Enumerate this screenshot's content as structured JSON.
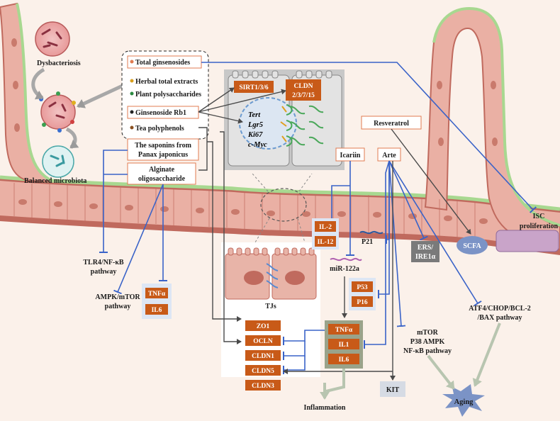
{
  "figure": {
    "left_labels": {
      "dysbacteriosis": "Dysbacteriosis",
      "balanced": "Balanced microbiota"
    },
    "compounds": [
      "Total ginsenosides",
      "Herbal total extracts",
      "Plant polysaccharides",
      "Ginsenoside Rb1",
      "Tea polyphenols"
    ],
    "saponins": [
      "The saponins from",
      "Panax japonicus"
    ],
    "alginate": [
      "Alginate",
      "oligosaccharide"
    ],
    "resveratrol": "Resveratrol",
    "icariin": "Icariin",
    "arte": "Arte",
    "cell": {
      "sirt": "SIRT1/3/6",
      "cldn": [
        "CLDN",
        "2/3/7/15"
      ],
      "genes": [
        "Tert",
        "Lgr5",
        "Ki67",
        "c-Myc"
      ]
    },
    "tjs": "TJs",
    "isc": [
      "ISC",
      "proliferation"
    ],
    "scfa": "SCFA",
    "ers": [
      "ERS/",
      "IRE1α"
    ],
    "p21": "P21",
    "mirna": "miR-122a",
    "il2": "IL-2",
    "il12": "IL-12",
    "p53": "P53",
    "p16": "P16",
    "tlr4": [
      "TLR4/NF-κB",
      "pathway"
    ],
    "ampk": [
      "AMPK/mTOR",
      "pathway"
    ],
    "tnf_il6_left": [
      "TNFα",
      "IL6"
    ],
    "tj_proteins": [
      "ZO1",
      "OCLN",
      "CLDN1",
      "CLDN5",
      "CLDN3"
    ],
    "cytokines": [
      "TNFα",
      "IL1",
      "IL6"
    ],
    "mtor": [
      "mTOR",
      "P38 AMPK",
      "NF-κB pathway"
    ],
    "atf4": [
      "ATF4/CHOP/BCL-2",
      "/BAX pathway"
    ],
    "kit": "KIT",
    "inflammation": "Inflammation",
    "aging": "Aging"
  }
}
